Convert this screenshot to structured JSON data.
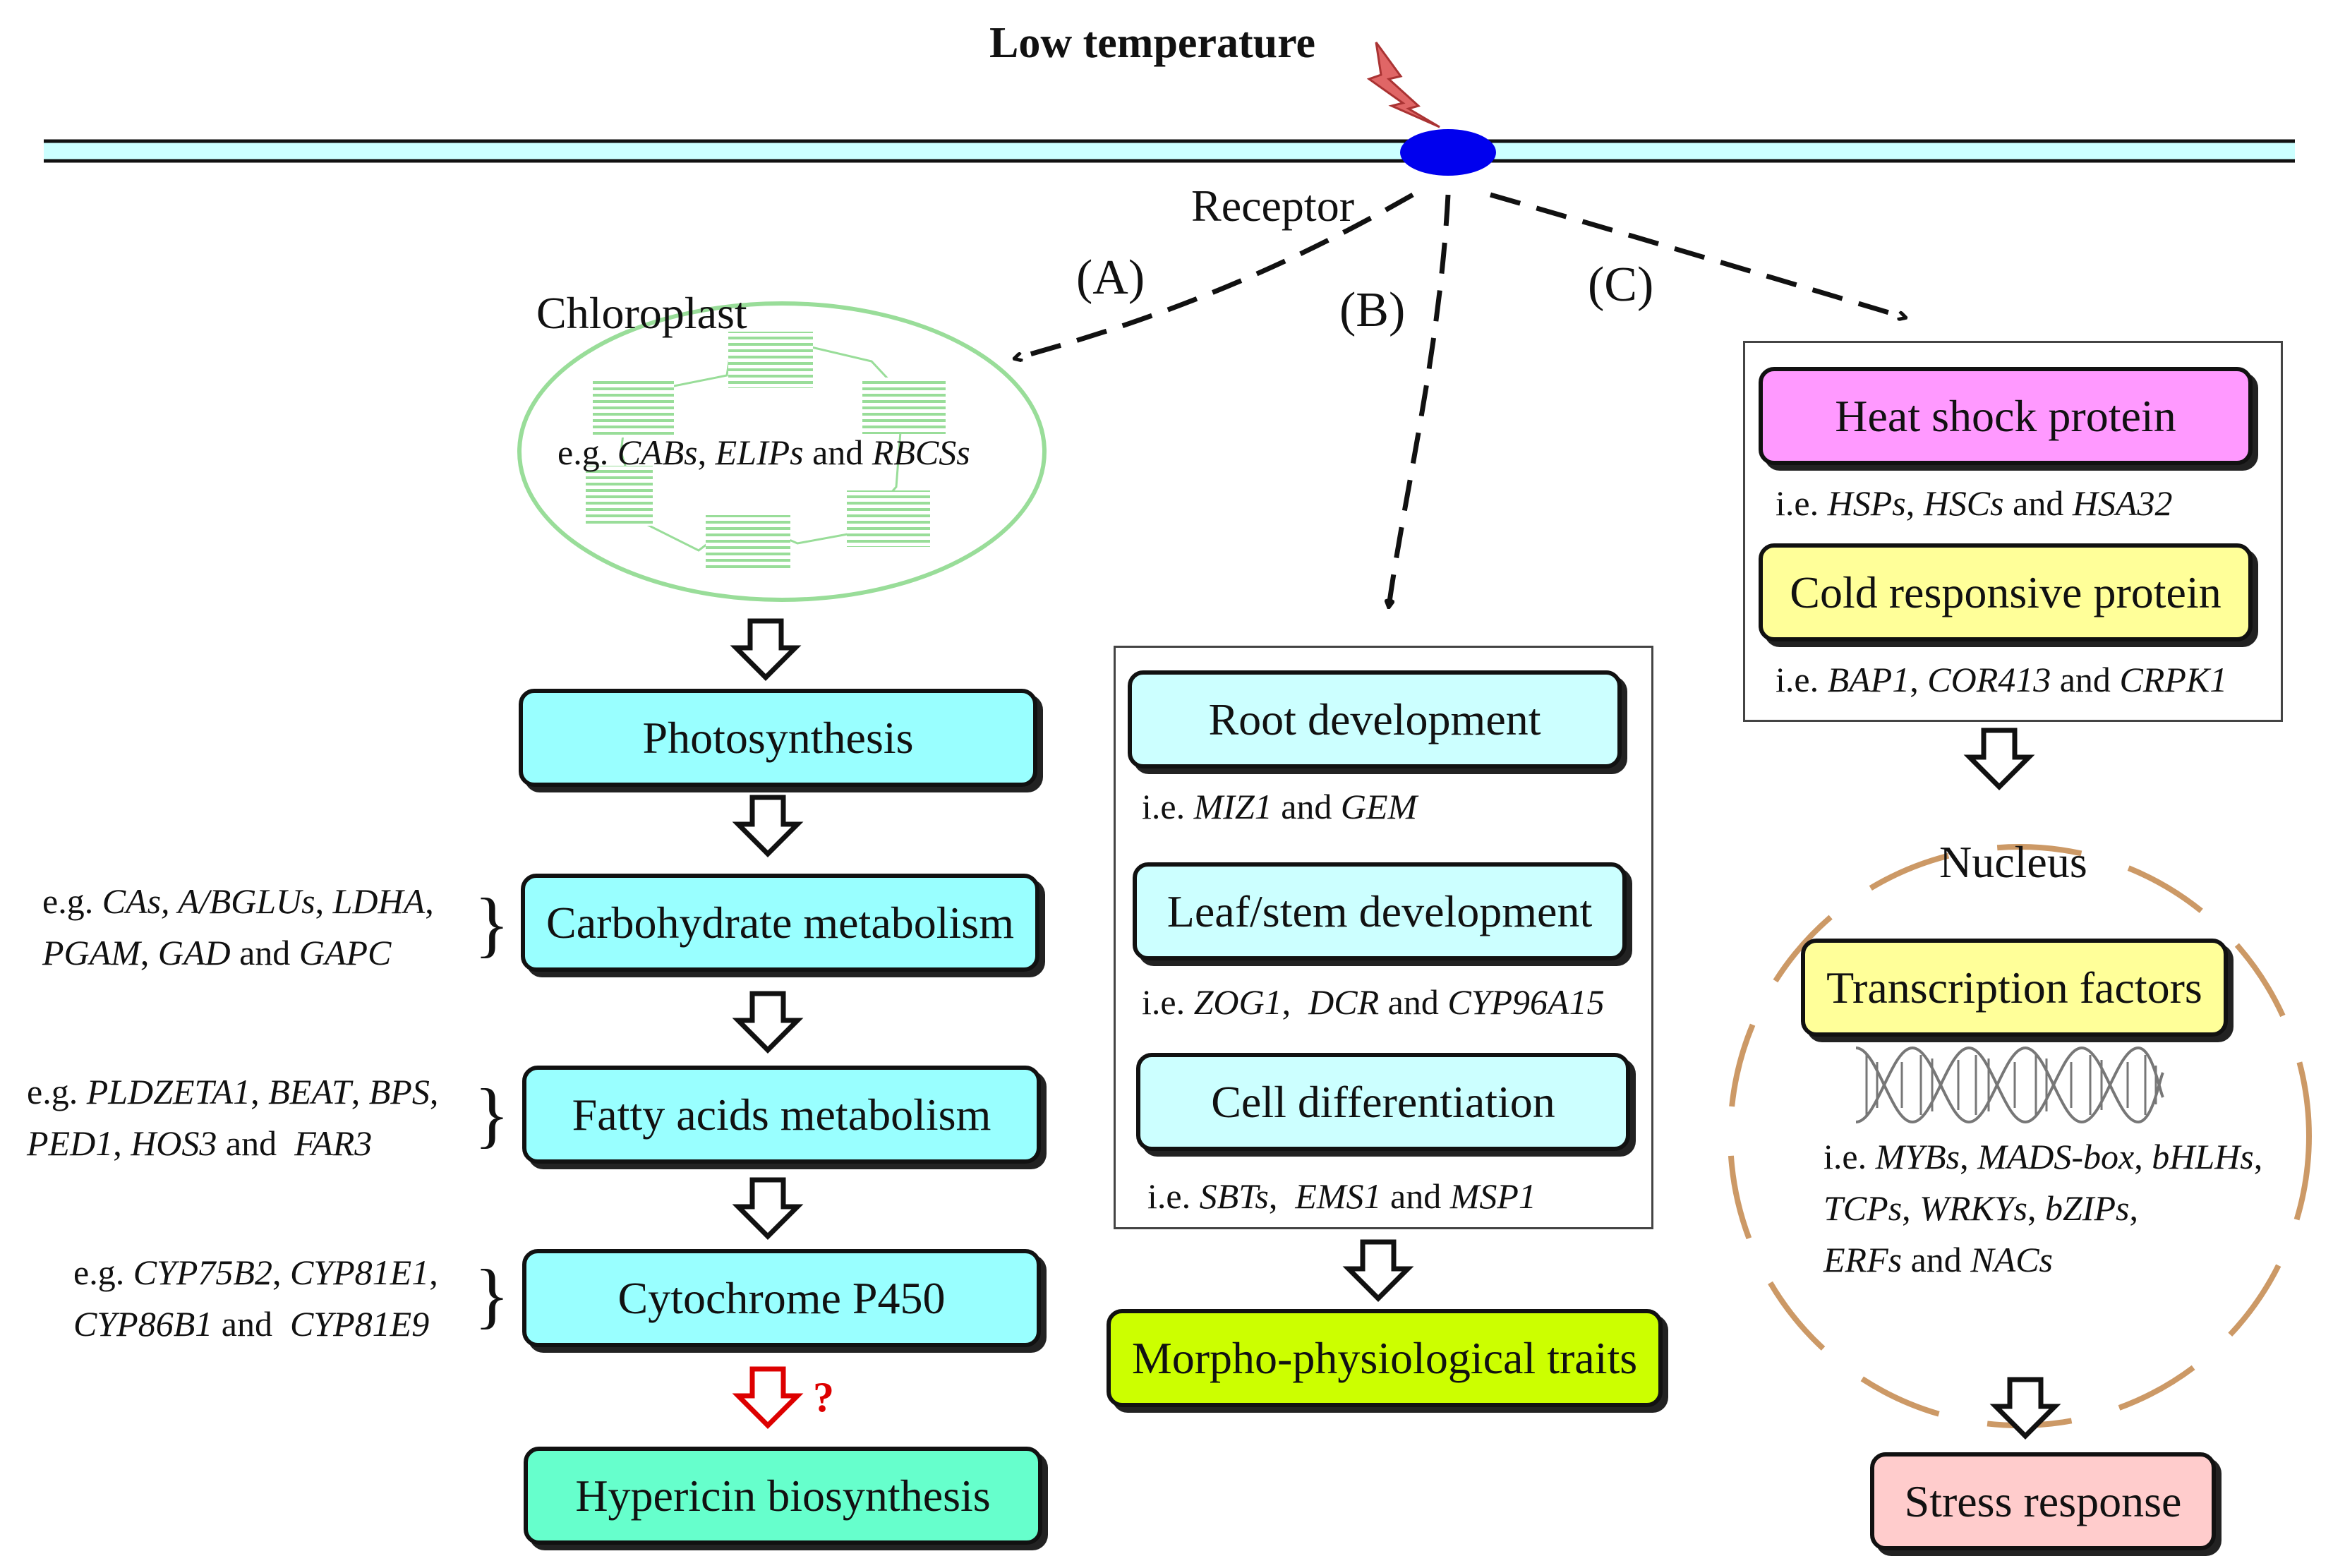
{
  "header": {
    "title": "Low temperature",
    "receptor": "Receptor"
  },
  "branches": {
    "a": "(A)",
    "b": "(B)",
    "c": "(C)"
  },
  "chloroplast": {
    "label": "Chloroplast",
    "genes": [
      {
        "t": "e.g. ",
        "i": false
      },
      {
        "t": "CABs",
        "i": true
      },
      {
        "t": ", ",
        "i": false
      },
      {
        "t": "ELIPs",
        "i": true
      },
      {
        "t": " and ",
        "i": false
      },
      {
        "t": "RBCSs",
        "i": true
      }
    ]
  },
  "left_column": {
    "steps": [
      "Photosynthesis",
      "Carbohydrate metabolism",
      "Fatty acids metabolism",
      "Cytochrome P450",
      "Hypericin biosynthesis"
    ],
    "question_mark": "?",
    "notes": [
      [
        [
          {
            "t": "e.g. ",
            "i": false
          },
          {
            "t": "CAs, A/BGLUs",
            "i": true
          },
          {
            "t": ", ",
            "i": false
          },
          {
            "t": "LDHA",
            "i": true
          },
          {
            "t": ",",
            "i": false
          }
        ],
        [
          {
            "t": "PGAM",
            "i": true
          },
          {
            "t": ", ",
            "i": false
          },
          {
            "t": "GAD",
            "i": true
          },
          {
            "t": " and ",
            "i": false
          },
          {
            "t": "GAPC",
            "i": true
          }
        ]
      ],
      [
        [
          {
            "t": "e.g. ",
            "i": false
          },
          {
            "t": "PLDZETA1",
            "i": true
          },
          {
            "t": ", ",
            "i": false
          },
          {
            "t": "BEAT",
            "i": true
          },
          {
            "t": ", ",
            "i": false
          },
          {
            "t": "BPS",
            "i": true
          },
          {
            "t": ",",
            "i": false
          }
        ],
        [
          {
            "t": "PED1",
            "i": true
          },
          {
            "t": ", ",
            "i": false
          },
          {
            "t": "HOS3",
            "i": true
          },
          {
            "t": " and  ",
            "i": false
          },
          {
            "t": "FAR3",
            "i": true
          }
        ]
      ],
      [
        [
          {
            "t": "e.g. ",
            "i": false
          },
          {
            "t": "CYP75B2",
            "i": true
          },
          {
            "t": ", ",
            "i": false
          },
          {
            "t": "CYP81E1",
            "i": true
          },
          {
            "t": ",",
            "i": false
          }
        ],
        [
          {
            "t": "CYP86B1",
            "i": true
          },
          {
            "t": " and  ",
            "i": false
          },
          {
            "t": "CYP81E9",
            "i": true
          }
        ]
      ]
    ]
  },
  "middle_column": {
    "boxes": [
      "Root development",
      "Leaf/stem development",
      "Cell differentiation"
    ],
    "genes": [
      [
        {
          "t": "i.e. ",
          "i": false
        },
        {
          "t": "MIZ1",
          "i": true
        },
        {
          "t": " and ",
          "i": false
        },
        {
          "t": "GEM",
          "i": true
        }
      ],
      [
        {
          "t": "i.e. ",
          "i": false
        },
        {
          "t": "ZOG1",
          "i": true
        },
        {
          "t": ",  ",
          "i": false
        },
        {
          "t": "DCR",
          "i": true
        },
        {
          "t": " and ",
          "i": false
        },
        {
          "t": "CYP96A15",
          "i": true
        }
      ],
      [
        {
          "t": "i.e. ",
          "i": false
        },
        {
          "t": "SBTs",
          "i": true
        },
        {
          "t": ",  ",
          "i": false
        },
        {
          "t": "EMS1",
          "i": true
        },
        {
          "t": " and ",
          "i": false
        },
        {
          "t": "MSP1",
          "i": true
        }
      ]
    ],
    "outcome": "Morpho-physiological traits"
  },
  "right_column": {
    "boxes": [
      "Heat shock protein",
      "Cold responsive protein"
    ],
    "genes": [
      [
        {
          "t": "i.e. ",
          "i": false
        },
        {
          "t": "HSPs",
          "i": true
        },
        {
          "t": ", ",
          "i": false
        },
        {
          "t": "HSCs",
          "i": true
        },
        {
          "t": " and ",
          "i": false
        },
        {
          "t": "HSA32",
          "i": true
        }
      ],
      [
        {
          "t": "i.e. ",
          "i": false
        },
        {
          "t": "BAP1",
          "i": true
        },
        {
          "t": ", ",
          "i": false
        },
        {
          "t": "COR413",
          "i": true
        },
        {
          "t": " and ",
          "i": false
        },
        {
          "t": "CRPK1",
          "i": true
        }
      ]
    ],
    "nucleus_label": "Nucleus",
    "tf_box": "Transcription factors",
    "tf_genes": [
      [
        {
          "t": "i.e. ",
          "i": false
        },
        {
          "t": "MYBs",
          "i": true
        },
        {
          "t": ", ",
          "i": false
        },
        {
          "t": "MADS-box",
          "i": true
        },
        {
          "t": ", ",
          "i": false
        },
        {
          "t": "bHLHs",
          "i": true
        },
        {
          "t": ",",
          "i": false
        }
      ],
      [
        {
          "t": "TCPs",
          "i": true
        },
        {
          "t": ", ",
          "i": false
        },
        {
          "t": "WRKYs",
          "i": true
        },
        {
          "t": ", ",
          "i": false
        },
        {
          "t": "bZIPs",
          "i": true
        },
        {
          "t": ",",
          "i": false
        }
      ],
      [
        {
          "t": "ERFs",
          "i": true
        },
        {
          "t": " and ",
          "i": false
        },
        {
          "t": "NACs",
          "i": true
        }
      ]
    ],
    "outcome": "Stress response"
  },
  "colors": {
    "cyan_box": "#99FFFF",
    "light_cyan_box": "#CCFFFF",
    "teal_box": "#66FFCC",
    "pink_box": "#FF99FF",
    "yellow_box": "#FFFF99",
    "lime_box": "#CCFF00",
    "salmon_box": "#FFCCCC",
    "receptor": "#0000EE",
    "membrane": "#CCFFFF",
    "chloroplast": "#99DD99",
    "nucleus": "#CC9966",
    "warning_arrow": "#DD0000"
  }
}
